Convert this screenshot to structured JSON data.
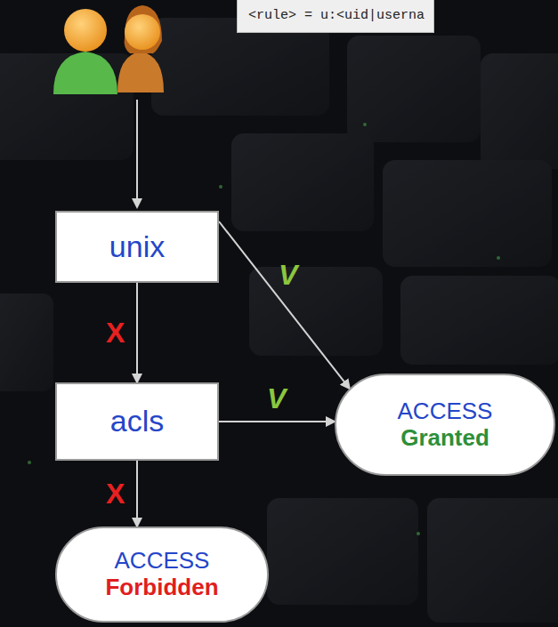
{
  "diagram": {
    "nodes": [
      {
        "text": [
          "unix"
        ]
      },
      {
        "text": [
          "acls"
        ]
      },
      {
        "text": [
          "ACCESS",
          "Granted"
        ]
      },
      {
        "text": [
          "ACCESS",
          "Forbidden"
        ]
      }
    ],
    "edges": [
      {
        "from": 0,
        "to": 2,
        "label": "V",
        "arrow": "to"
      },
      {
        "from": 0,
        "to": 1,
        "label": "X",
        "arrow": "to"
      },
      {
        "from": 1,
        "to": 2,
        "label": "V",
        "arrow": "to"
      },
      {
        "from": 1,
        "to": 3,
        "label": "X",
        "arrow": "to"
      }
    ],
    "labels": [
      "<rule> = u:<uid|userna"
    ]
  }
}
